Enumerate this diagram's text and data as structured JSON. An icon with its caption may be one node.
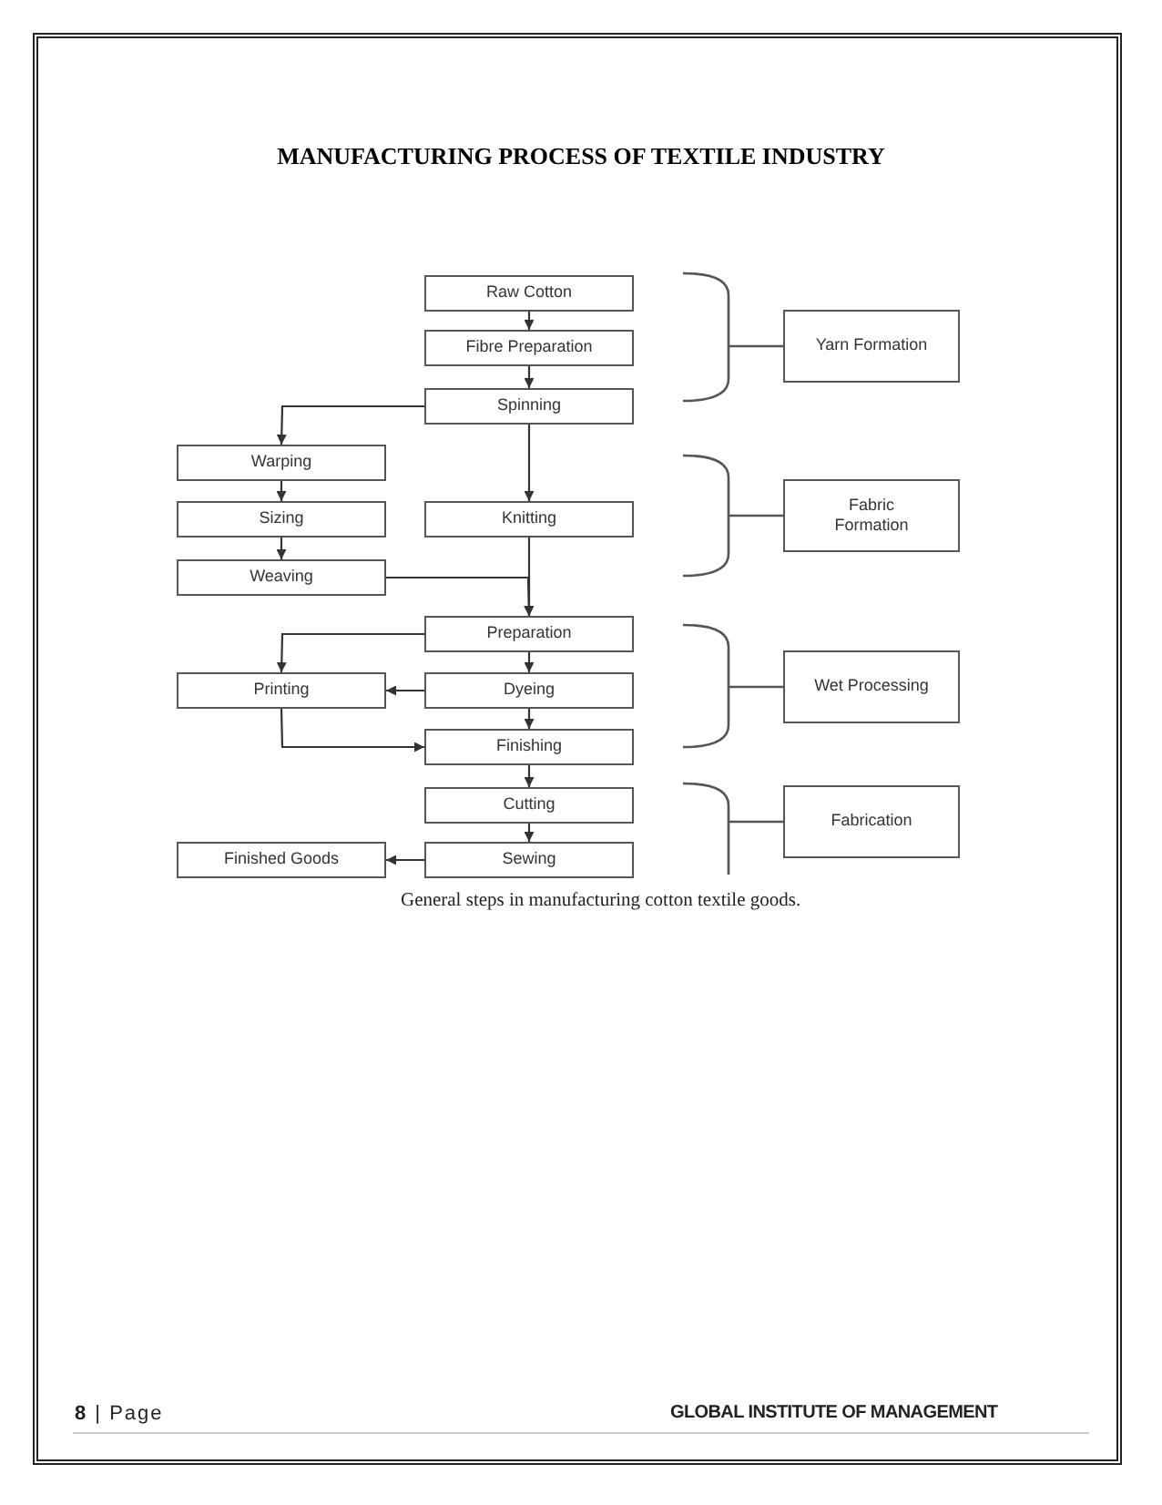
{
  "diagram": {
    "title": "MANUFACTURING PROCESS OF TEXTILE INDUSTRY",
    "caption": "General steps in manufacturing cotton textile goods.",
    "nodes": [
      {
        "text": [
          "Raw Cotton"
        ]
      },
      {
        "text": [
          "Fibre Preparation"
        ]
      },
      {
        "text": [
          "Spinning"
        ]
      },
      {
        "text": [
          "Warping"
        ]
      },
      {
        "text": [
          "Sizing"
        ]
      },
      {
        "text": [
          "Knitting"
        ]
      },
      {
        "text": [
          "Weaving"
        ]
      },
      {
        "text": [
          "Preparation"
        ]
      },
      {
        "text": [
          "Printing"
        ]
      },
      {
        "text": [
          "Dyeing"
        ]
      },
      {
        "text": [
          "Finishing"
        ]
      },
      {
        "text": [
          "Cutting"
        ]
      },
      {
        "text": [
          "Sewing"
        ]
      },
      {
        "text": [
          "Finished Goods"
        ]
      },
      {
        "text": [
          "Yarn Formation"
        ]
      },
      {
        "text": [
          "Fabric Formation"
        ]
      },
      {
        "text": [
          "Wet Processing"
        ]
      },
      {
        "text": [
          "Fabrication"
        ]
      }
    ],
    "edges": [
      {
        "from": 0,
        "to": 1,
        "arrow": "to"
      },
      {
        "from": 1,
        "to": 2,
        "arrow": "to"
      },
      {
        "from": 2,
        "to": 3,
        "arrow": "to"
      },
      {
        "from": 3,
        "to": 4,
        "arrow": "to"
      },
      {
        "from": 4,
        "to": 6,
        "arrow": "to"
      },
      {
        "from": 2,
        "to": 5,
        "arrow": "to"
      },
      {
        "from": 5,
        "to": 7,
        "arrow": "to"
      },
      {
        "from": 6,
        "to": 7,
        "arrow": "to"
      },
      {
        "from": 7,
        "to": 8,
        "arrow": "to"
      },
      {
        "from": 7,
        "to": 9,
        "arrow": "to"
      },
      {
        "from": 9,
        "to": 8,
        "arrow": "to"
      },
      {
        "from": 8,
        "to": 10,
        "arrow": "to"
      },
      {
        "from": 9,
        "to": 10,
        "arrow": "to"
      },
      {
        "from": 10,
        "to": 11,
        "arrow": "to"
      },
      {
        "from": 11,
        "to": 12,
        "arrow": "to"
      },
      {
        "from": 12,
        "to": 13,
        "arrow": "to"
      }
    ],
    "labels": [
      "**8** | Page",
      "GLOBAL INSTITUTE OF MANAGEMENT"
    ]
  }
}
